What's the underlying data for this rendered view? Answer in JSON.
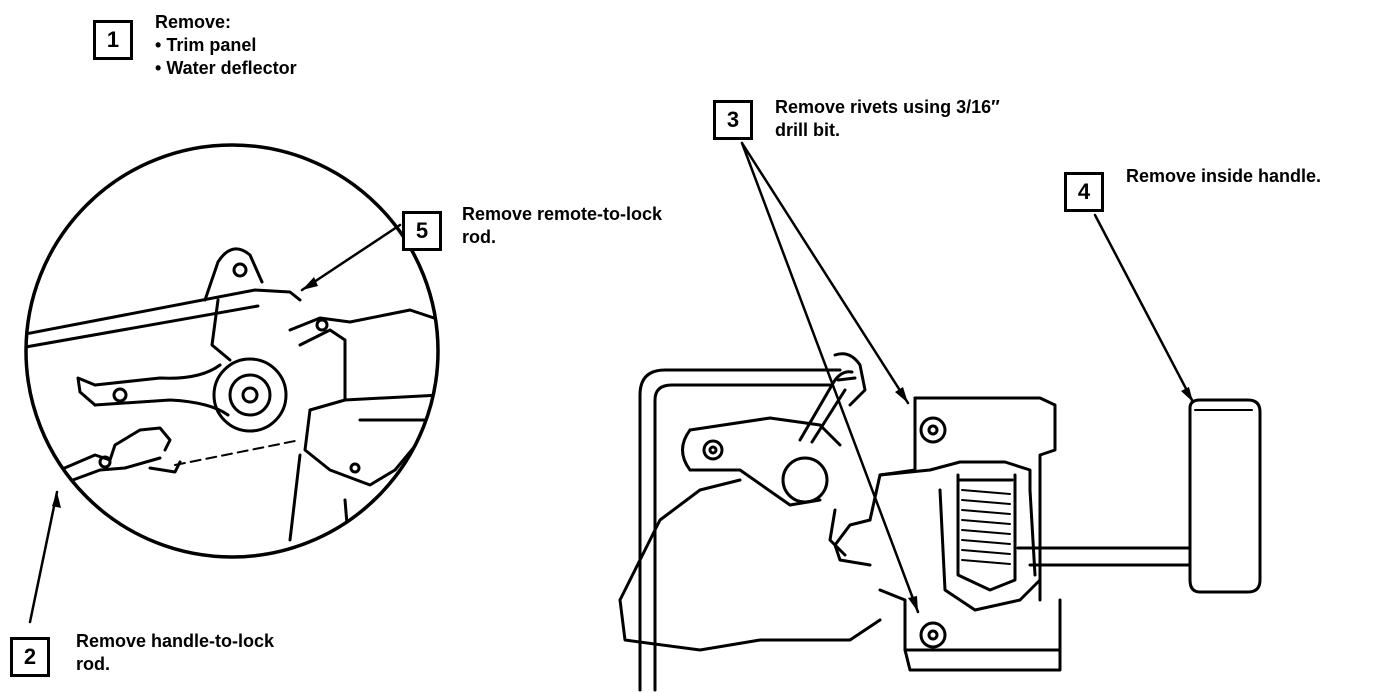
{
  "steps": [
    {
      "number": "1",
      "heading": "Remove:",
      "items": [
        "Trim panel",
        "Water deflector"
      ]
    },
    {
      "number": "2",
      "text_line1": "Remove handle-to-lock",
      "text_line2": "rod."
    },
    {
      "number": "3",
      "text_line1": "Remove rivets using  3/16″",
      "text_line2": "drill bit."
    },
    {
      "number": "4",
      "text_line1": "Remove inside handle."
    },
    {
      "number": "5",
      "text_line1": "Remove remote-to-lock",
      "text_line2": "rod."
    }
  ]
}
